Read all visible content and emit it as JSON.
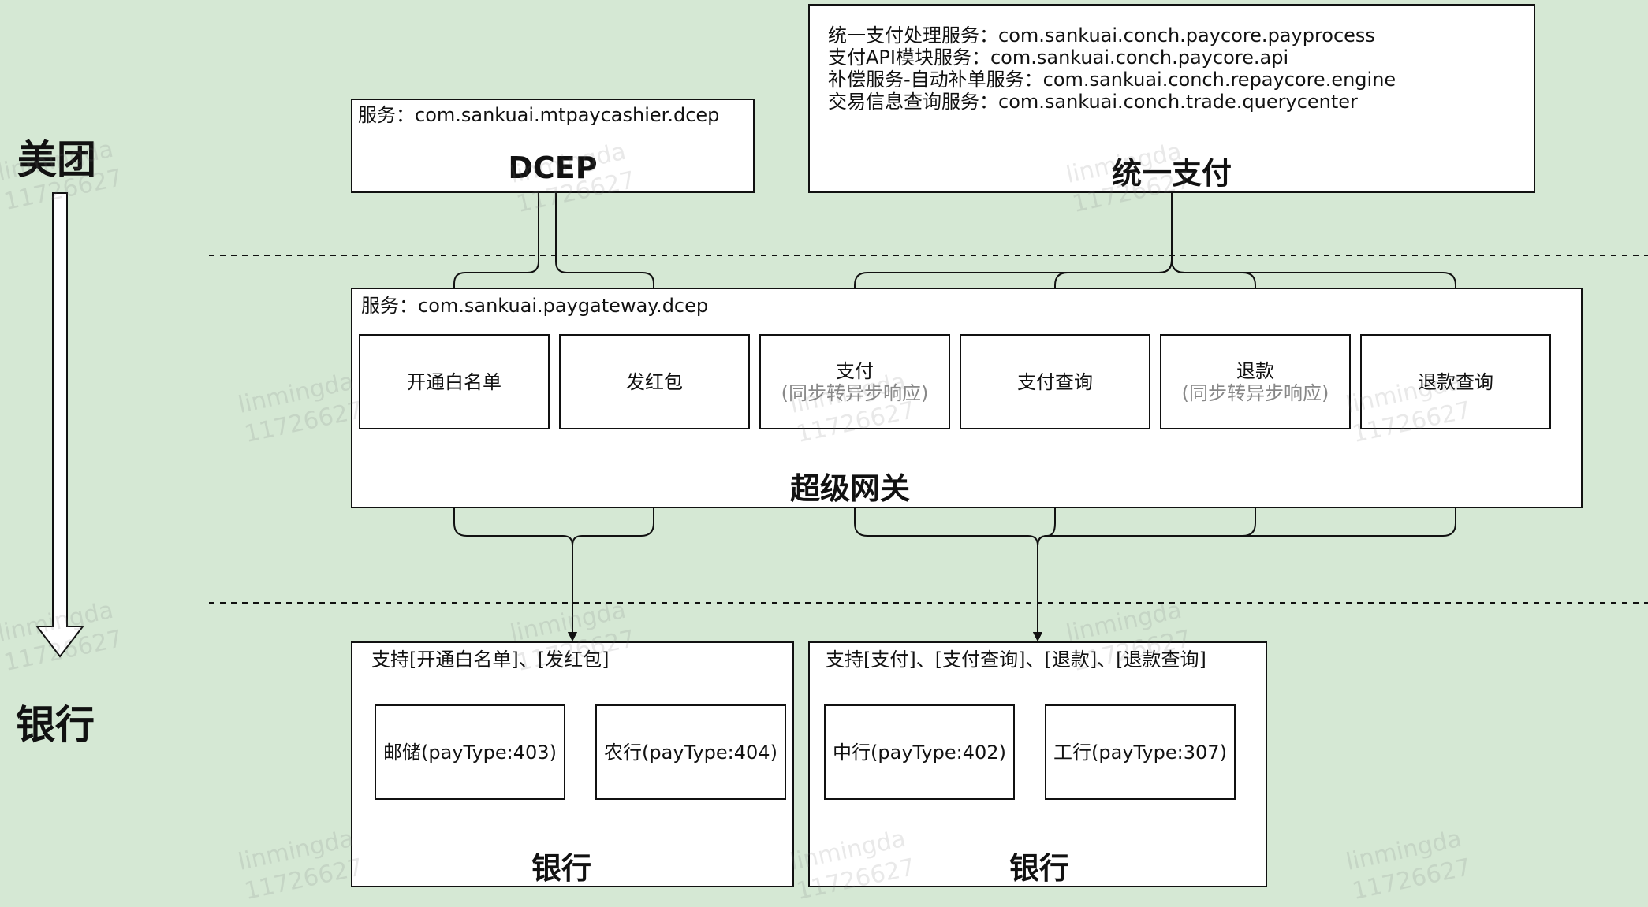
{
  "side": {
    "top": "美团",
    "bottom": "银行"
  },
  "dcep": {
    "service": "服务：com.sankuai.mtpaycashier.dcep",
    "title": "DCEP"
  },
  "unified": {
    "services": [
      "统一支付处理服务：com.sankuai.conch.paycore.payprocess",
      "支付API模块服务：com.sankuai.conch.paycore.api",
      "补偿服务-自动补单服务：com.sankuai.conch.repaycore.engine",
      "交易信息查询服务：com.sankuai.conch.trade.querycenter"
    ],
    "title": "统一支付"
  },
  "gateway": {
    "service": "服务：com.sankuai.paygateway.dcep",
    "title": "超级网关",
    "items": [
      {
        "label": "开通白名单",
        "sub": ""
      },
      {
        "label": "发红包",
        "sub": ""
      },
      {
        "label": "支付",
        "sub": "(同步转异步响应)"
      },
      {
        "label": "支付查询",
        "sub": ""
      },
      {
        "label": "退款",
        "sub": "(同步转异步响应)"
      },
      {
        "label": "退款查询",
        "sub": ""
      }
    ]
  },
  "bank_left": {
    "support": "支持[开通白名单]、[发红包]",
    "banks": [
      "邮储(payType:403)",
      "农行(payType:404)"
    ],
    "title": "银行"
  },
  "bank_right": {
    "support": "支持[支付]、[支付查询]、[退款]、[退款查询]",
    "banks": [
      "中行(payType:402)",
      "工行(payType:307)"
    ],
    "title": "银行"
  },
  "watermark": {
    "name": "linmingda",
    "id": "11726627"
  },
  "colors": {
    "background": "#d5e8d4",
    "box": "#ffffff",
    "line": "#111111",
    "subtext": "#888888"
  }
}
